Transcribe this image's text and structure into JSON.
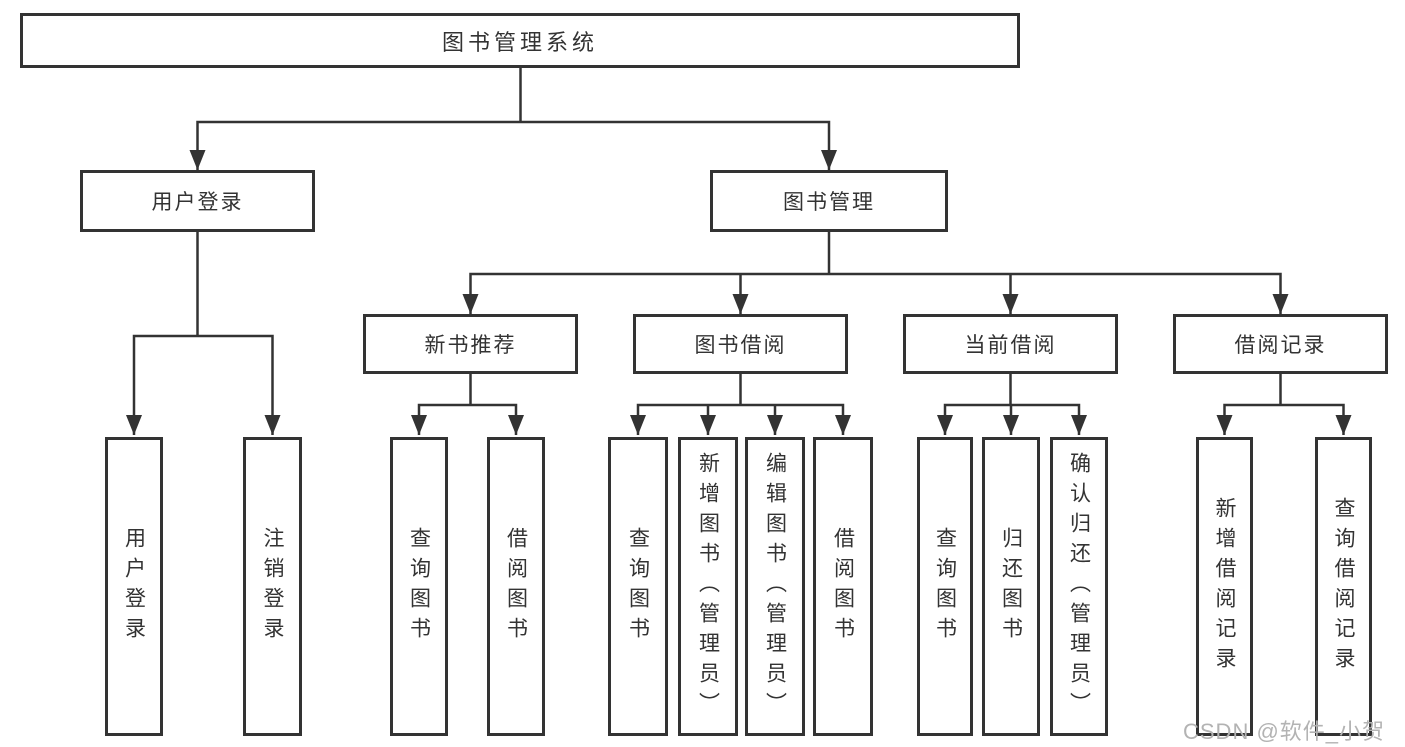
{
  "diagram": {
    "root": {
      "label": "图书管理系统"
    },
    "branches": {
      "user_login": {
        "label": "用户登录",
        "children": {
          "login": {
            "label": "用户登录"
          },
          "logout": {
            "label": "注销登录"
          }
        }
      },
      "book_mgmt": {
        "label": "图书管理",
        "children": {
          "new_book": {
            "label": "新书推荐",
            "children": {
              "query_book": {
                "label": "查询图书"
              },
              "borrow_book": {
                "label": "借阅图书"
              }
            }
          },
          "book_borrow": {
            "label": "图书借阅",
            "children": {
              "query_book": {
                "label": "查询图书"
              },
              "add_book": {
                "label": "新增图书（管理员）"
              },
              "edit_book": {
                "label": "编辑图书（管理员）"
              },
              "borrow_book": {
                "label": "借阅图书"
              }
            }
          },
          "current_borrow": {
            "label": "当前借阅",
            "children": {
              "query_book": {
                "label": "查询图书"
              },
              "return_book": {
                "label": "归还图书"
              },
              "confirm_return": {
                "label": "确认归还（管理员）"
              }
            }
          },
          "borrow_record": {
            "label": "借阅记录",
            "children": {
              "add_record": {
                "label": "新增借阅记录"
              },
              "query_record": {
                "label": "查询借阅记录"
              }
            }
          }
        }
      }
    }
  },
  "watermark": {
    "text": "CSDN @软件_小贺同学"
  },
  "colors": {
    "line": "#333333",
    "text": "#333333",
    "background": "#ffffff",
    "watermark": "#b3b3b3"
  }
}
